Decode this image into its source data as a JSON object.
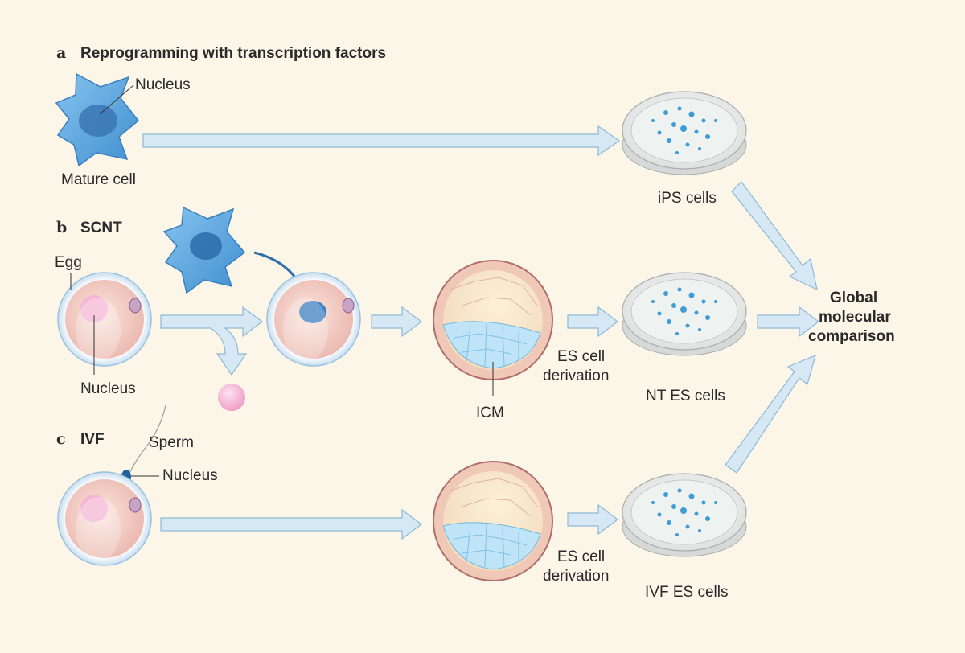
{
  "panels": {
    "a": {
      "letter": "a",
      "title": "Reprogramming with transcription factors"
    },
    "b": {
      "letter": "b",
      "title": "SCNT"
    },
    "c": {
      "letter": "c",
      "title": "IVF"
    }
  },
  "labels": {
    "nucleus_a": "Nucleus",
    "mature_cell": "Mature cell",
    "ips_cells": "iPS cells",
    "egg": "Egg",
    "nucleus_b": "Nucleus",
    "icm": "ICM",
    "es_derivation_b_1": "ES cell",
    "es_derivation_b_2": "derivation",
    "nt_es_cells": "NT ES cells",
    "sperm": "Sperm",
    "nucleus_c": "Nucleus",
    "es_derivation_c_1": "ES cell",
    "es_derivation_c_2": "derivation",
    "ivf_es_cells": "IVF ES cells",
    "global_1": "Global",
    "global_2": "molecular",
    "global_3": "comparison"
  },
  "colors": {
    "background": "#fbf6e8",
    "arrow_fill": "#d6e8f4",
    "arrow_stroke": "#8fb8d8",
    "cell_blue": "#5ea6dc",
    "nucleus_blue": "#2f6fae",
    "egg_pink": "#f3c9c4",
    "polar_body_pink": "#f2a8cf",
    "icm_blue": "#bfe3f7"
  }
}
